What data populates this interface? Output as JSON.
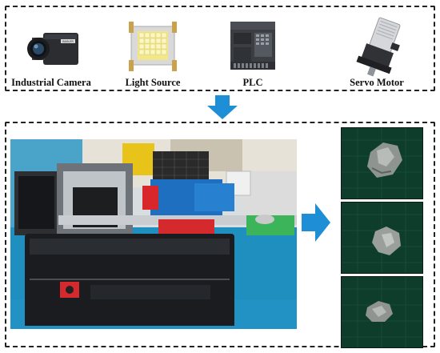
{
  "components": [
    {
      "label": "Industrial Camera",
      "icon": "industrial-camera-icon"
    },
    {
      "label": "Light Source",
      "icon": "led-light-source-icon"
    },
    {
      "label": "PLC",
      "icon": "plc-icon"
    },
    {
      "label": "Servo Motor",
      "icon": "servo-motor-icon"
    }
  ],
  "camera_badge": "BASLER",
  "colors": {
    "arrow": "#1e8fd6",
    "frame": "#222222",
    "thumbnail_bg": "#0f3d2c"
  }
}
